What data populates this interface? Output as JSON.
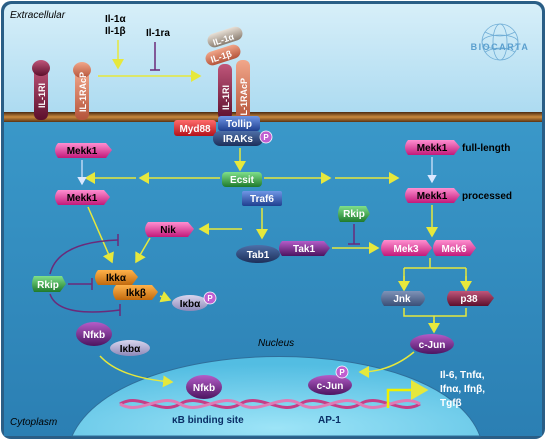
{
  "compartments": {
    "extracellular": "Extracellular",
    "cytoplasm": "Cytoplasm",
    "nucleus": "Nucleus"
  },
  "logo": "BIOCARTA",
  "ligands": {
    "il1": "Il-1α\nIl-1β",
    "il1_alpha": "Il-1α",
    "il1_beta": "Il-1β",
    "il1ra": "Il-1ra"
  },
  "receptors": {
    "il1ri": "IL-1RI",
    "il1racp": "IL-1RAcP"
  },
  "bound_complex": {
    "lig1": "IL-1α",
    "lig2": "IL-1β",
    "r1": "IL-1RI",
    "r2": "IL-1RAcP"
  },
  "proteins": {
    "myd88": "Myd88",
    "tollip": "Tollip",
    "iraks": "IRAKs",
    "p": "P",
    "ecsit": "Ecsit",
    "traf6": "Traf6",
    "tab1": "Tab1",
    "tak1": "Tak1",
    "nik": "Nik",
    "mekk1_a": "Mekk1",
    "mekk1_b": "Mekk1",
    "mekk1_c": "Mekk1",
    "mekk1_d": "Mekk1",
    "rkip_left": "Rkip",
    "rkip_mid": "Rkip",
    "ikka": "Ikkα",
    "ikkb": "Ikkβ",
    "ikba_p": "Iκbα",
    "nfkb": "Nfκb",
    "ikba": "Iκbα",
    "mek3": "Mek3",
    "mek6": "Mek6",
    "jnk": "Jnk",
    "p38": "p38",
    "cjun": "c-Jun",
    "nfkb_nuc": "Nfκb",
    "cjun_nuc": "c-Jun"
  },
  "side_labels": {
    "full_length": "full-length",
    "processed": "processed"
  },
  "binding_sites": {
    "kb": "κB binding site",
    "ap1": "AP-1"
  },
  "targets": {
    "line1": "Il-6, Tnfα,",
    "line2": "Ifnα, Ifnβ,",
    "line3": "Tgfβ"
  },
  "colors": {
    "cytoplasm": "#3d97c7",
    "extracellular": "#bfe3f4",
    "nucleus": "#6fd0ee",
    "magenta": "#e8409c",
    "green": "#3aa64a",
    "blue": "#3561b8",
    "purple": "#6d2d82",
    "dna": "#c53e86",
    "arrow": "#e6e83c"
  }
}
